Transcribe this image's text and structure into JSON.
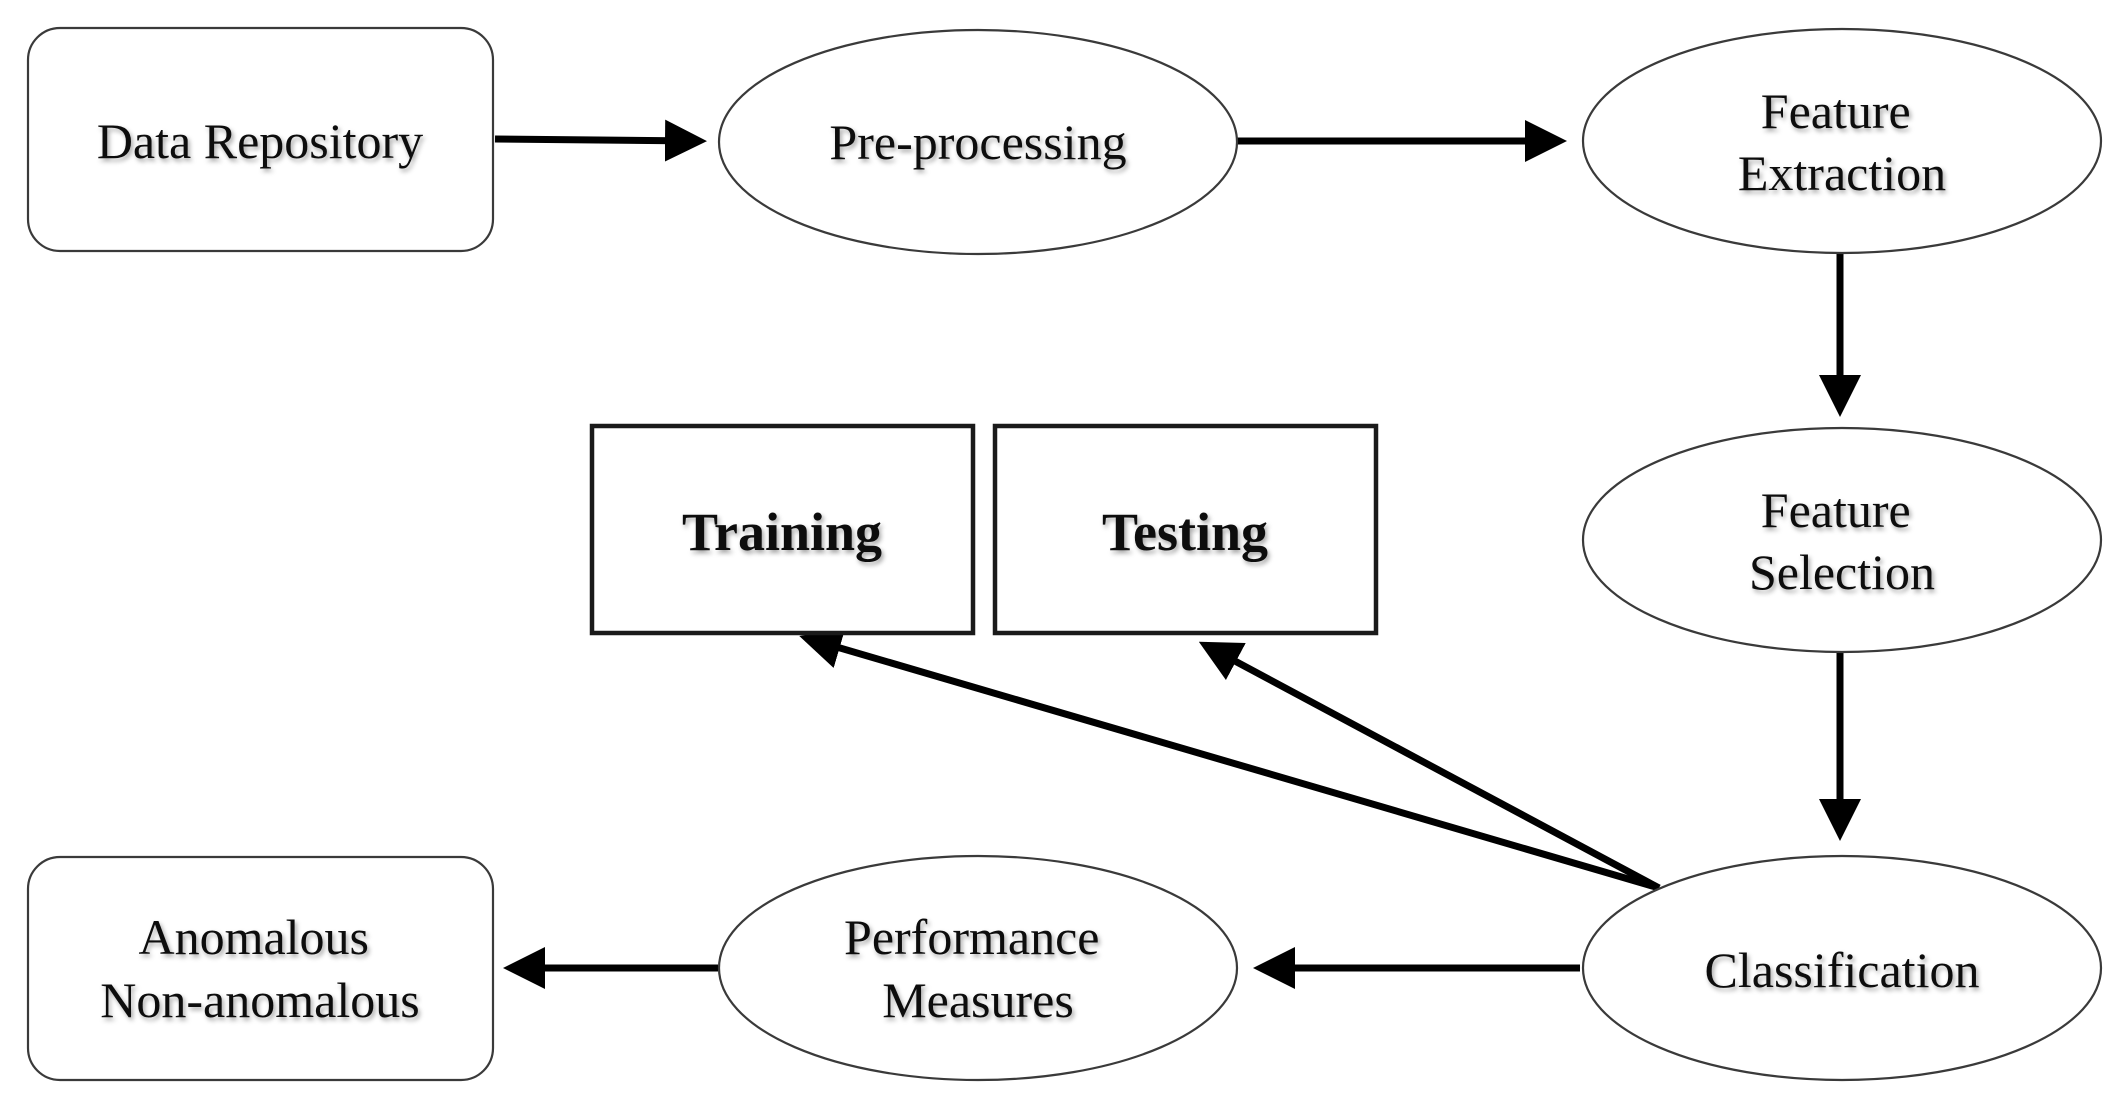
{
  "nodes": {
    "data_repository": {
      "lines": [
        "Data Repository"
      ]
    },
    "pre_processing": {
      "lines": [
        "Pre-processing"
      ]
    },
    "feature_extraction": {
      "lines": [
        "Feature",
        "Extraction"
      ]
    },
    "feature_selection": {
      "lines": [
        "Feature",
        "Selection"
      ]
    },
    "classification": {
      "lines": [
        "Classification"
      ]
    },
    "performance_measures": {
      "lines": [
        "Performance",
        "Measures"
      ]
    },
    "anomalous_output": {
      "lines": [
        "Anomalous",
        "Non-anomalous"
      ]
    },
    "training": {
      "lines": [
        "Training"
      ]
    },
    "testing": {
      "lines": [
        "Testing"
      ]
    }
  }
}
